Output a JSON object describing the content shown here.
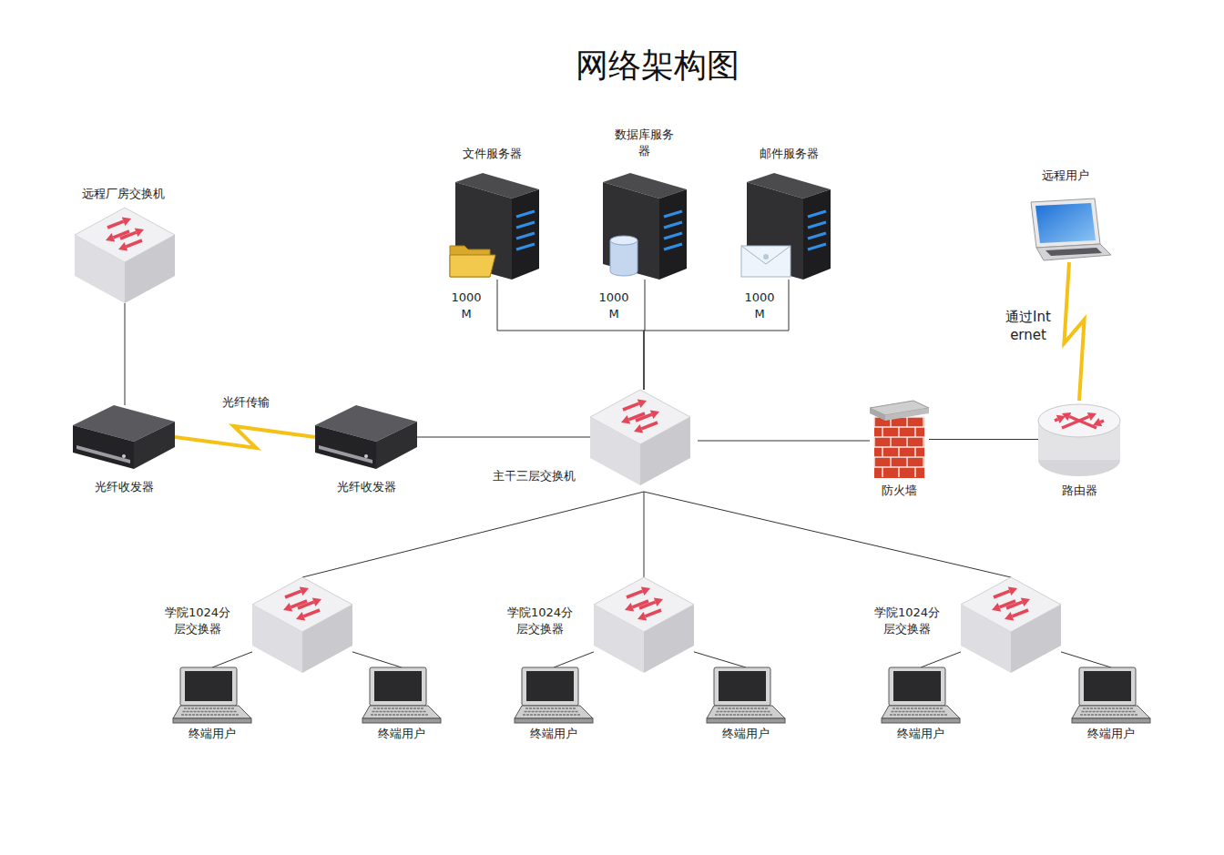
{
  "diagram": {
    "title": "网络架构图",
    "nodes": [
      {
        "text": [
          "文件服务器"
        ]
      },
      {
        "text": [
          "数据库服务器"
        ]
      },
      {
        "text": [
          "邮件服务器"
        ]
      },
      {
        "text": [
          "远程用户"
        ]
      },
      {
        "text": [
          "远程厂房交换机"
        ]
      },
      {
        "text": [
          "光纤收发器"
        ]
      },
      {
        "text": [
          "光纤收发器"
        ]
      },
      {
        "text": [
          "主干三层交换机"
        ]
      },
      {
        "text": [
          "防火墙"
        ]
      },
      {
        "text": [
          "路由器"
        ]
      },
      {
        "text": [
          "学院1024分层交换器"
        ]
      },
      {
        "text": [
          "学院1024分层交换器"
        ]
      },
      {
        "text": [
          "学院1024分层交换器"
        ]
      },
      {
        "text": [
          "终端用户"
        ]
      },
      {
        "text": [
          "终端用户"
        ]
      },
      {
        "text": [
          "终端用户"
        ]
      },
      {
        "text": [
          "终端用户"
        ]
      },
      {
        "text": [
          "终端用户"
        ]
      },
      {
        "text": [
          "终端用户"
        ]
      }
    ],
    "edges": [
      {
        "from": 4,
        "to": 5,
        "arrow": "none"
      },
      {
        "from": 5,
        "to": 6,
        "label": "光纤传输",
        "arrow": "none"
      },
      {
        "from": 6,
        "to": 7,
        "arrow": "none"
      },
      {
        "from": 0,
        "to": 7,
        "label": "1000 M",
        "arrow": "none"
      },
      {
        "from": 1,
        "to": 7,
        "label": "1000 M",
        "arrow": "none"
      },
      {
        "from": 2,
        "to": 7,
        "label": "1000 M",
        "arrow": "none"
      },
      {
        "from": 7,
        "to": 8,
        "arrow": "none"
      },
      {
        "from": 8,
        "to": 9,
        "arrow": "none"
      },
      {
        "from": 9,
        "to": 3,
        "label": "通过Internet",
        "arrow": "none"
      },
      {
        "from": 7,
        "to": 10,
        "arrow": "none"
      },
      {
        "from": 7,
        "to": 11,
        "arrow": "none"
      },
      {
        "from": 7,
        "to": 12,
        "arrow": "none"
      },
      {
        "from": 10,
        "to": 13,
        "arrow": "none"
      },
      {
        "from": 10,
        "to": 14,
        "arrow": "none"
      },
      {
        "from": 11,
        "to": 15,
        "arrow": "none"
      },
      {
        "from": 11,
        "to": 16,
        "arrow": "none"
      },
      {
        "from": 12,
        "to": 17,
        "arrow": "none"
      },
      {
        "from": 12,
        "to": 18,
        "arrow": "none"
      }
    ]
  }
}
